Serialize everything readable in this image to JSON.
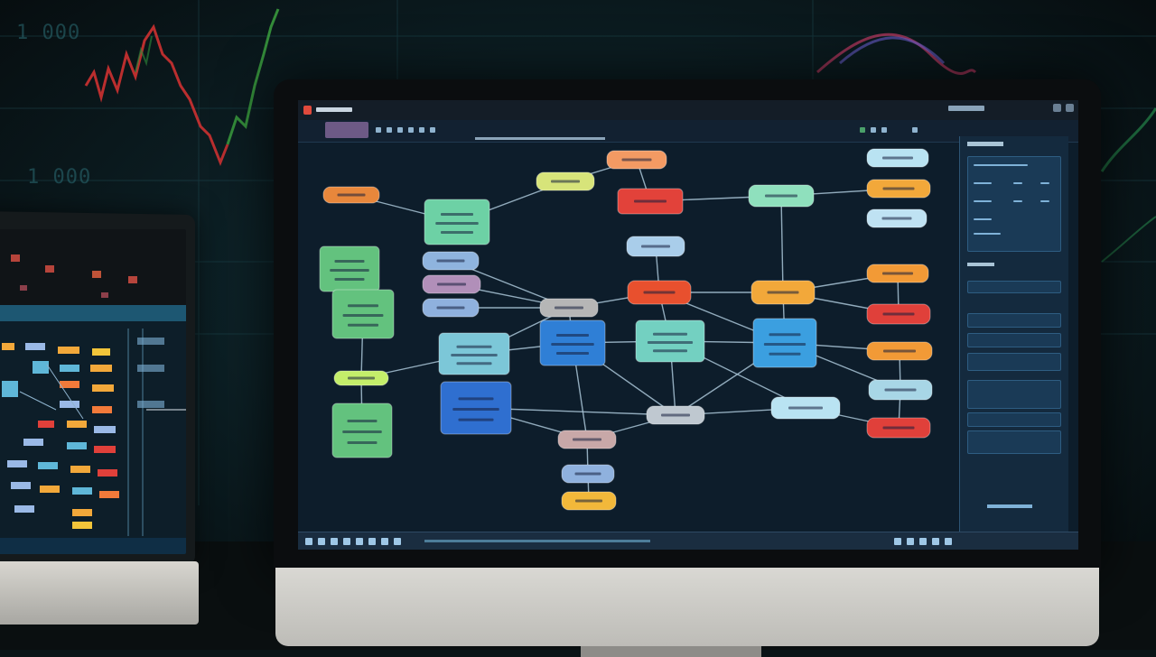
{
  "scene": {
    "description_free": true
  },
  "wall": {
    "readouts": [
      "1 000",
      "1 000"
    ]
  },
  "diagram": {
    "nodes": [
      {
        "id": "n1",
        "color": "#e8873b",
        "shape": "pill"
      },
      {
        "id": "n2",
        "color": "#63c27e",
        "shape": "box"
      },
      {
        "id": "n3",
        "color": "#6dd1a5",
        "shape": "box"
      },
      {
        "id": "n4",
        "color": "#d7e47a",
        "shape": "pill"
      },
      {
        "id": "n5",
        "color": "#f39a63",
        "shape": "pill"
      },
      {
        "id": "n6",
        "color": "#e2423a",
        "shape": "box"
      },
      {
        "id": "n7",
        "color": "#8fe0bd",
        "shape": "pill"
      },
      {
        "id": "n8",
        "color": "#b9e3f2",
        "shape": "pill"
      },
      {
        "id": "n9",
        "color": "#f2a83a",
        "shape": "pill"
      },
      {
        "id": "n10",
        "color": "#bfe2f3",
        "shape": "pill"
      },
      {
        "id": "n11",
        "color": "#a9cdea",
        "shape": "pill"
      },
      {
        "id": "n12",
        "color": "#8fb4de",
        "shape": "pill"
      },
      {
        "id": "n13",
        "color": "#b18fb9",
        "shape": "pill"
      },
      {
        "id": "n14",
        "color": "#8fb1de",
        "shape": "pill"
      },
      {
        "id": "n15",
        "color": "#63c27e",
        "shape": "box"
      },
      {
        "id": "n16",
        "color": "#b6b6b6",
        "shape": "pill"
      },
      {
        "id": "n17",
        "color": "#e8502e",
        "shape": "pill"
      },
      {
        "id": "n18",
        "color": "#f2a83a",
        "shape": "pill"
      },
      {
        "id": "n19",
        "color": "#f29a36",
        "shape": "pill"
      },
      {
        "id": "n20",
        "color": "#e0403a",
        "shape": "pill"
      },
      {
        "id": "n21",
        "color": "#7cc7d8",
        "shape": "box"
      },
      {
        "id": "n22",
        "color": "#2f7fd6",
        "shape": "box"
      },
      {
        "id": "n23",
        "color": "#73d0c1",
        "shape": "box"
      },
      {
        "id": "n24",
        "color": "#3b9fe0",
        "shape": "box"
      },
      {
        "id": "n25",
        "color": "#f29a36",
        "shape": "pill"
      },
      {
        "id": "n26",
        "color": "#c4ee6a",
        "shape": "pill"
      },
      {
        "id": "n27",
        "color": "#2f6fd0",
        "shape": "box"
      },
      {
        "id": "n28",
        "color": "#bfc8d0",
        "shape": "pill"
      },
      {
        "id": "n29",
        "color": "#b9e3f2",
        "shape": "pill"
      },
      {
        "id": "n30",
        "color": "#a8d6e6",
        "shape": "pill"
      },
      {
        "id": "n31",
        "color": "#e0403a",
        "shape": "pill"
      },
      {
        "id": "n32",
        "color": "#63c27e",
        "shape": "box"
      },
      {
        "id": "n33",
        "color": "#c8a8a8",
        "shape": "pill"
      },
      {
        "id": "n34",
        "color": "#8fb1de",
        "shape": "pill"
      },
      {
        "id": "n35",
        "color": "#f2b83a",
        "shape": "pill"
      }
    ],
    "edge_color": "#a9c4d6"
  }
}
